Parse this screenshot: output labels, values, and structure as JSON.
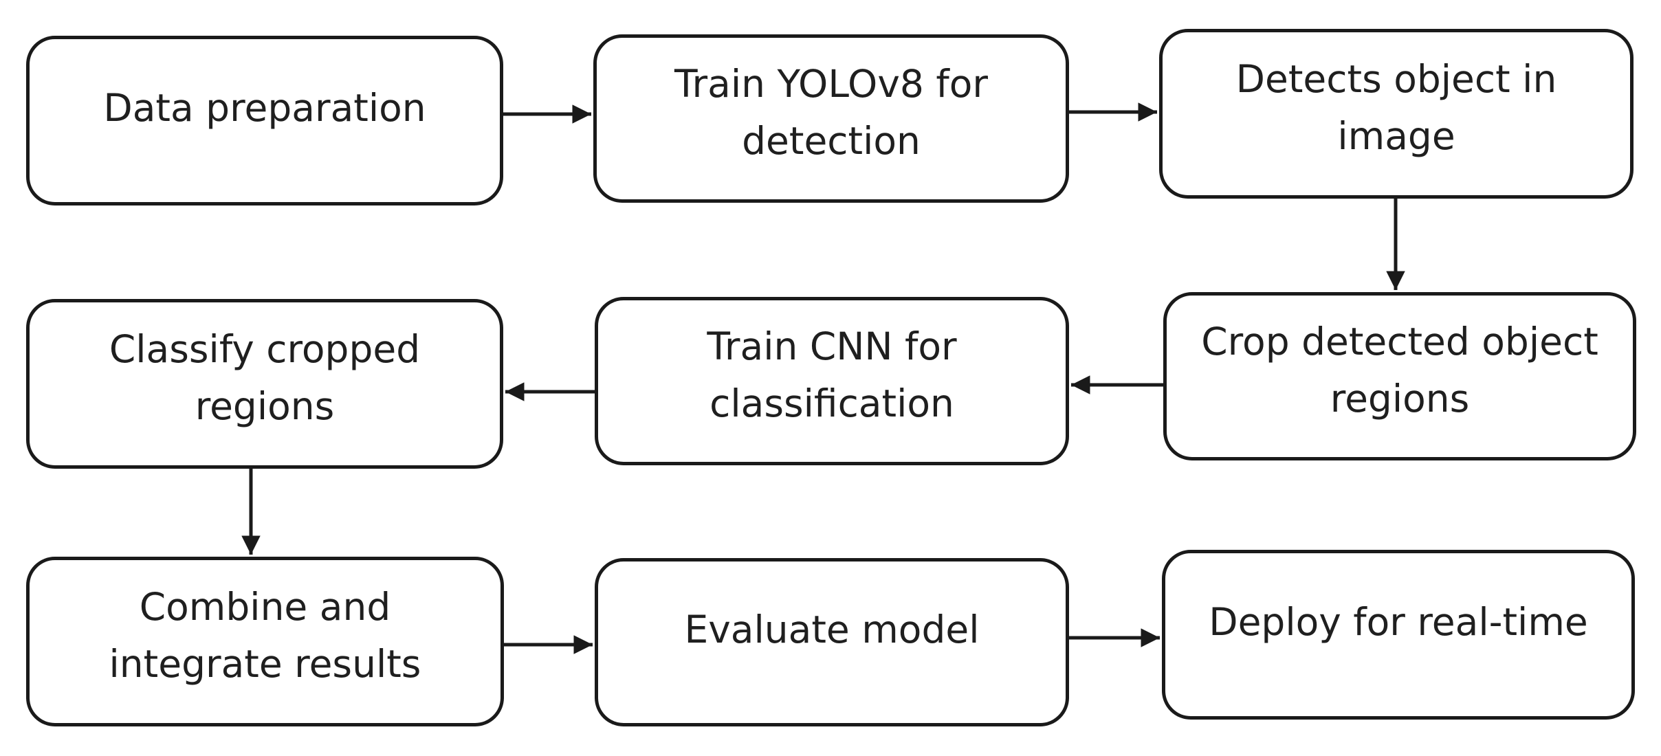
{
  "flowchart": {
    "steps": [
      {
        "id": "data-preparation",
        "label": "Data preparation"
      },
      {
        "id": "train-yolov8",
        "label": "Train YOLOv8 for detection"
      },
      {
        "id": "detects-object",
        "label": "Detects object in image"
      },
      {
        "id": "crop-regions",
        "label": "Crop detected object regions"
      },
      {
        "id": "train-cnn",
        "label": "Train CNN for classification"
      },
      {
        "id": "classify-regions",
        "label": "Classify cropped regions"
      },
      {
        "id": "combine-results",
        "label": "Combine and integrate results"
      },
      {
        "id": "evaluate-model",
        "label": "Evaluate model"
      },
      {
        "id": "deploy-realtime",
        "label": "Deploy for real-time"
      }
    ],
    "connections": [
      {
        "from": "data-preparation",
        "to": "train-yolov8"
      },
      {
        "from": "train-yolov8",
        "to": "detects-object"
      },
      {
        "from": "detects-object",
        "to": "crop-regions"
      },
      {
        "from": "crop-regions",
        "to": "train-cnn"
      },
      {
        "from": "train-cnn",
        "to": "classify-regions"
      },
      {
        "from": "classify-regions",
        "to": "combine-results"
      },
      {
        "from": "combine-results",
        "to": "evaluate-model"
      },
      {
        "from": "evaluate-model",
        "to": "deploy-realtime"
      }
    ],
    "colors": {
      "stroke": "#1a1a1a",
      "text": "#1f1f1f",
      "background": "#ffffff"
    }
  }
}
